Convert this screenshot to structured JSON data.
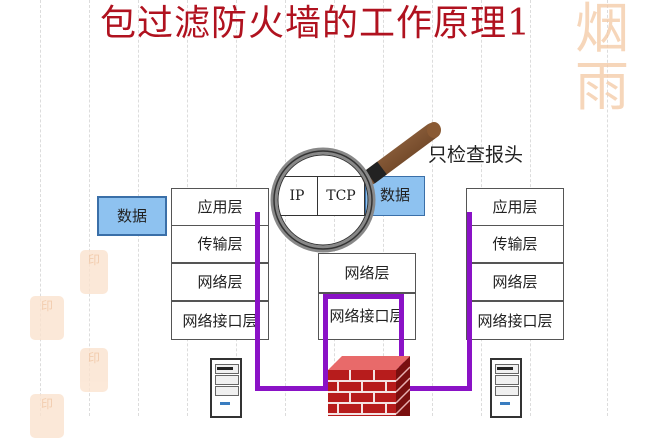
{
  "slide": {
    "title": "包过滤防火墙的工作原理1",
    "title_color": "#b0121f",
    "note": "只检查报头"
  },
  "source_host": {
    "data_label": "数据",
    "layers": [
      "应用层",
      "传输层",
      "网络层",
      "网络接口层"
    ]
  },
  "firewall": {
    "layers": [
      "网络层",
      "网络接口层"
    ],
    "packet_header": [
      "IP",
      "TCP",
      "数据"
    ]
  },
  "dest_host": {
    "layers": [
      "应用层",
      "传输层",
      "网络层",
      "网络接口层"
    ]
  },
  "colors": {
    "path": "#8a12c6",
    "data_box": "#8ec2f0",
    "brick": "#b71c1c",
    "decor_seal": "#f4c9a4"
  },
  "decor": {
    "seal_big": "烟雨",
    "seal_small": "印"
  }
}
